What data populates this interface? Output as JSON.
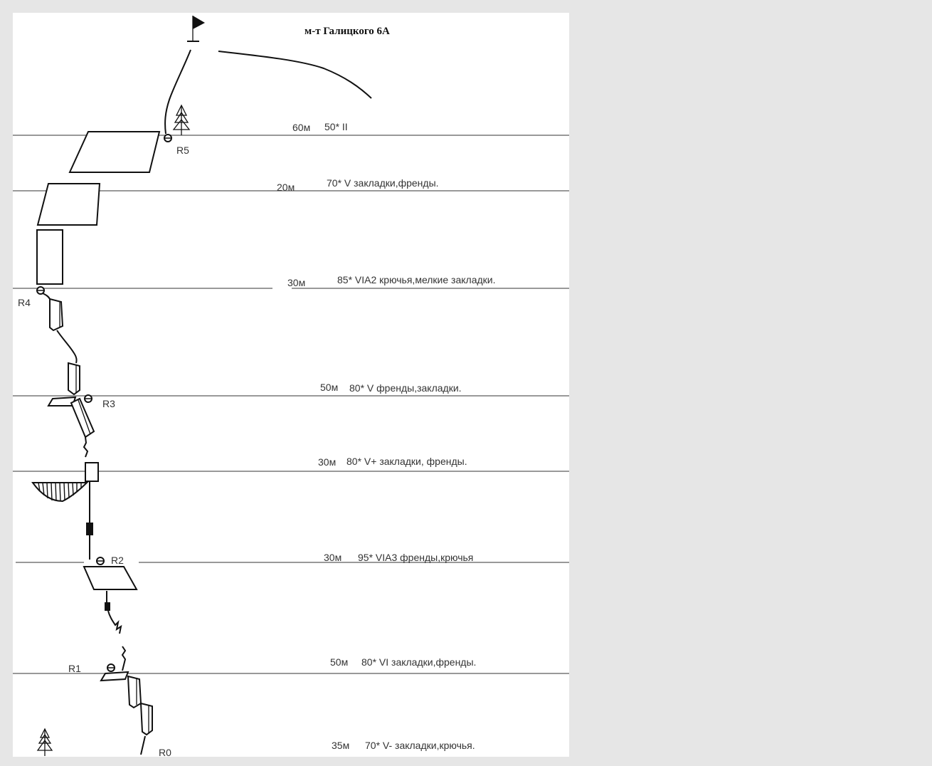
{
  "title": "м-т Галицкого 6А",
  "belays": [
    {
      "id": "r5",
      "label": "R5"
    },
    {
      "id": "r4",
      "label": "R4"
    },
    {
      "id": "r3",
      "label": "R3"
    },
    {
      "id": "r2",
      "label": "R2"
    },
    {
      "id": "r1",
      "label": "R1"
    },
    {
      "id": "r0",
      "label": "R0"
    }
  ],
  "pitches": [
    {
      "length": "60м",
      "description": "50* II"
    },
    {
      "length": "20м",
      "description": "70* V закладки,френды."
    },
    {
      "length": "30м",
      "description": "85* VIA2 крючья,мелкие закладки."
    },
    {
      "length": "50м",
      "description": "80* V френды,закладки."
    },
    {
      "length": "30м",
      "description": "80* V+ закладки, френды."
    },
    {
      "length": "30м",
      "description": "95* VIA3 френды,крючья"
    },
    {
      "length": "50м",
      "description": "80* VI закладки,френды."
    },
    {
      "length": "35м",
      "description": "70* V- закладки,крючья."
    }
  ],
  "icons": {
    "summit": "flag-icon",
    "tree": "tree-icon",
    "belay": "belay-anchor-icon"
  }
}
